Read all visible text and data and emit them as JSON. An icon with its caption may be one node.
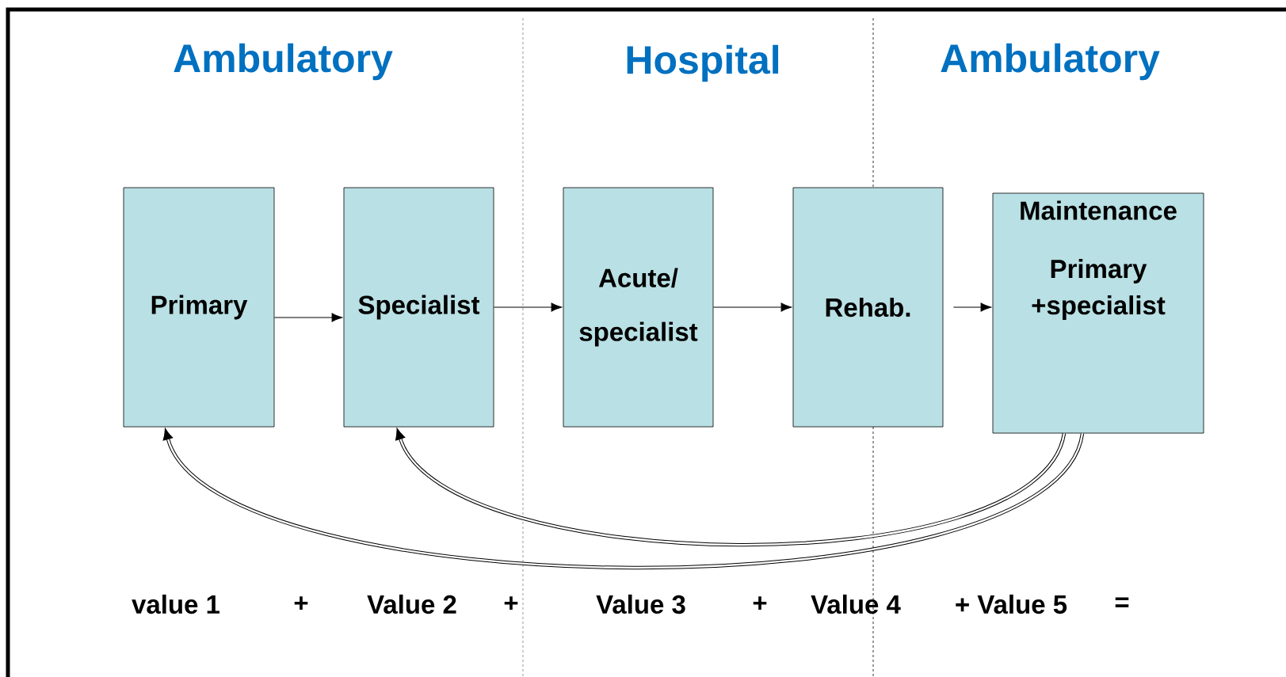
{
  "diagram": {
    "nodes": [
      {
        "text": [
          "Primary"
        ]
      },
      {
        "text": [
          "Specialist"
        ]
      },
      {
        "text": [
          "Acute/ specialist"
        ]
      },
      {
        "text": [
          "Rehab."
        ]
      },
      {
        "text": [
          "Maintenance",
          "Primary +specialist"
        ]
      }
    ],
    "edges": [
      {
        "from": 0,
        "to": 1,
        "arrow": "to"
      },
      {
        "from": 1,
        "to": 2,
        "arrow": "to"
      },
      {
        "from": 2,
        "to": 3,
        "arrow": "to"
      },
      {
        "from": 3,
        "to": 4,
        "arrow": "to"
      },
      {
        "from": 4,
        "to": 0,
        "arrow": "to",
        "style": "thick"
      },
      {
        "from": 4,
        "to": 1,
        "arrow": "to",
        "style": "thick"
      }
    ],
    "labels": [
      "Ambulatory",
      "Hospital",
      "Ambulatory",
      "value 1",
      "+",
      "Value 2",
      "+",
      "Value 3",
      "+",
      "Value 4",
      "+ Value 5",
      "="
    ]
  }
}
